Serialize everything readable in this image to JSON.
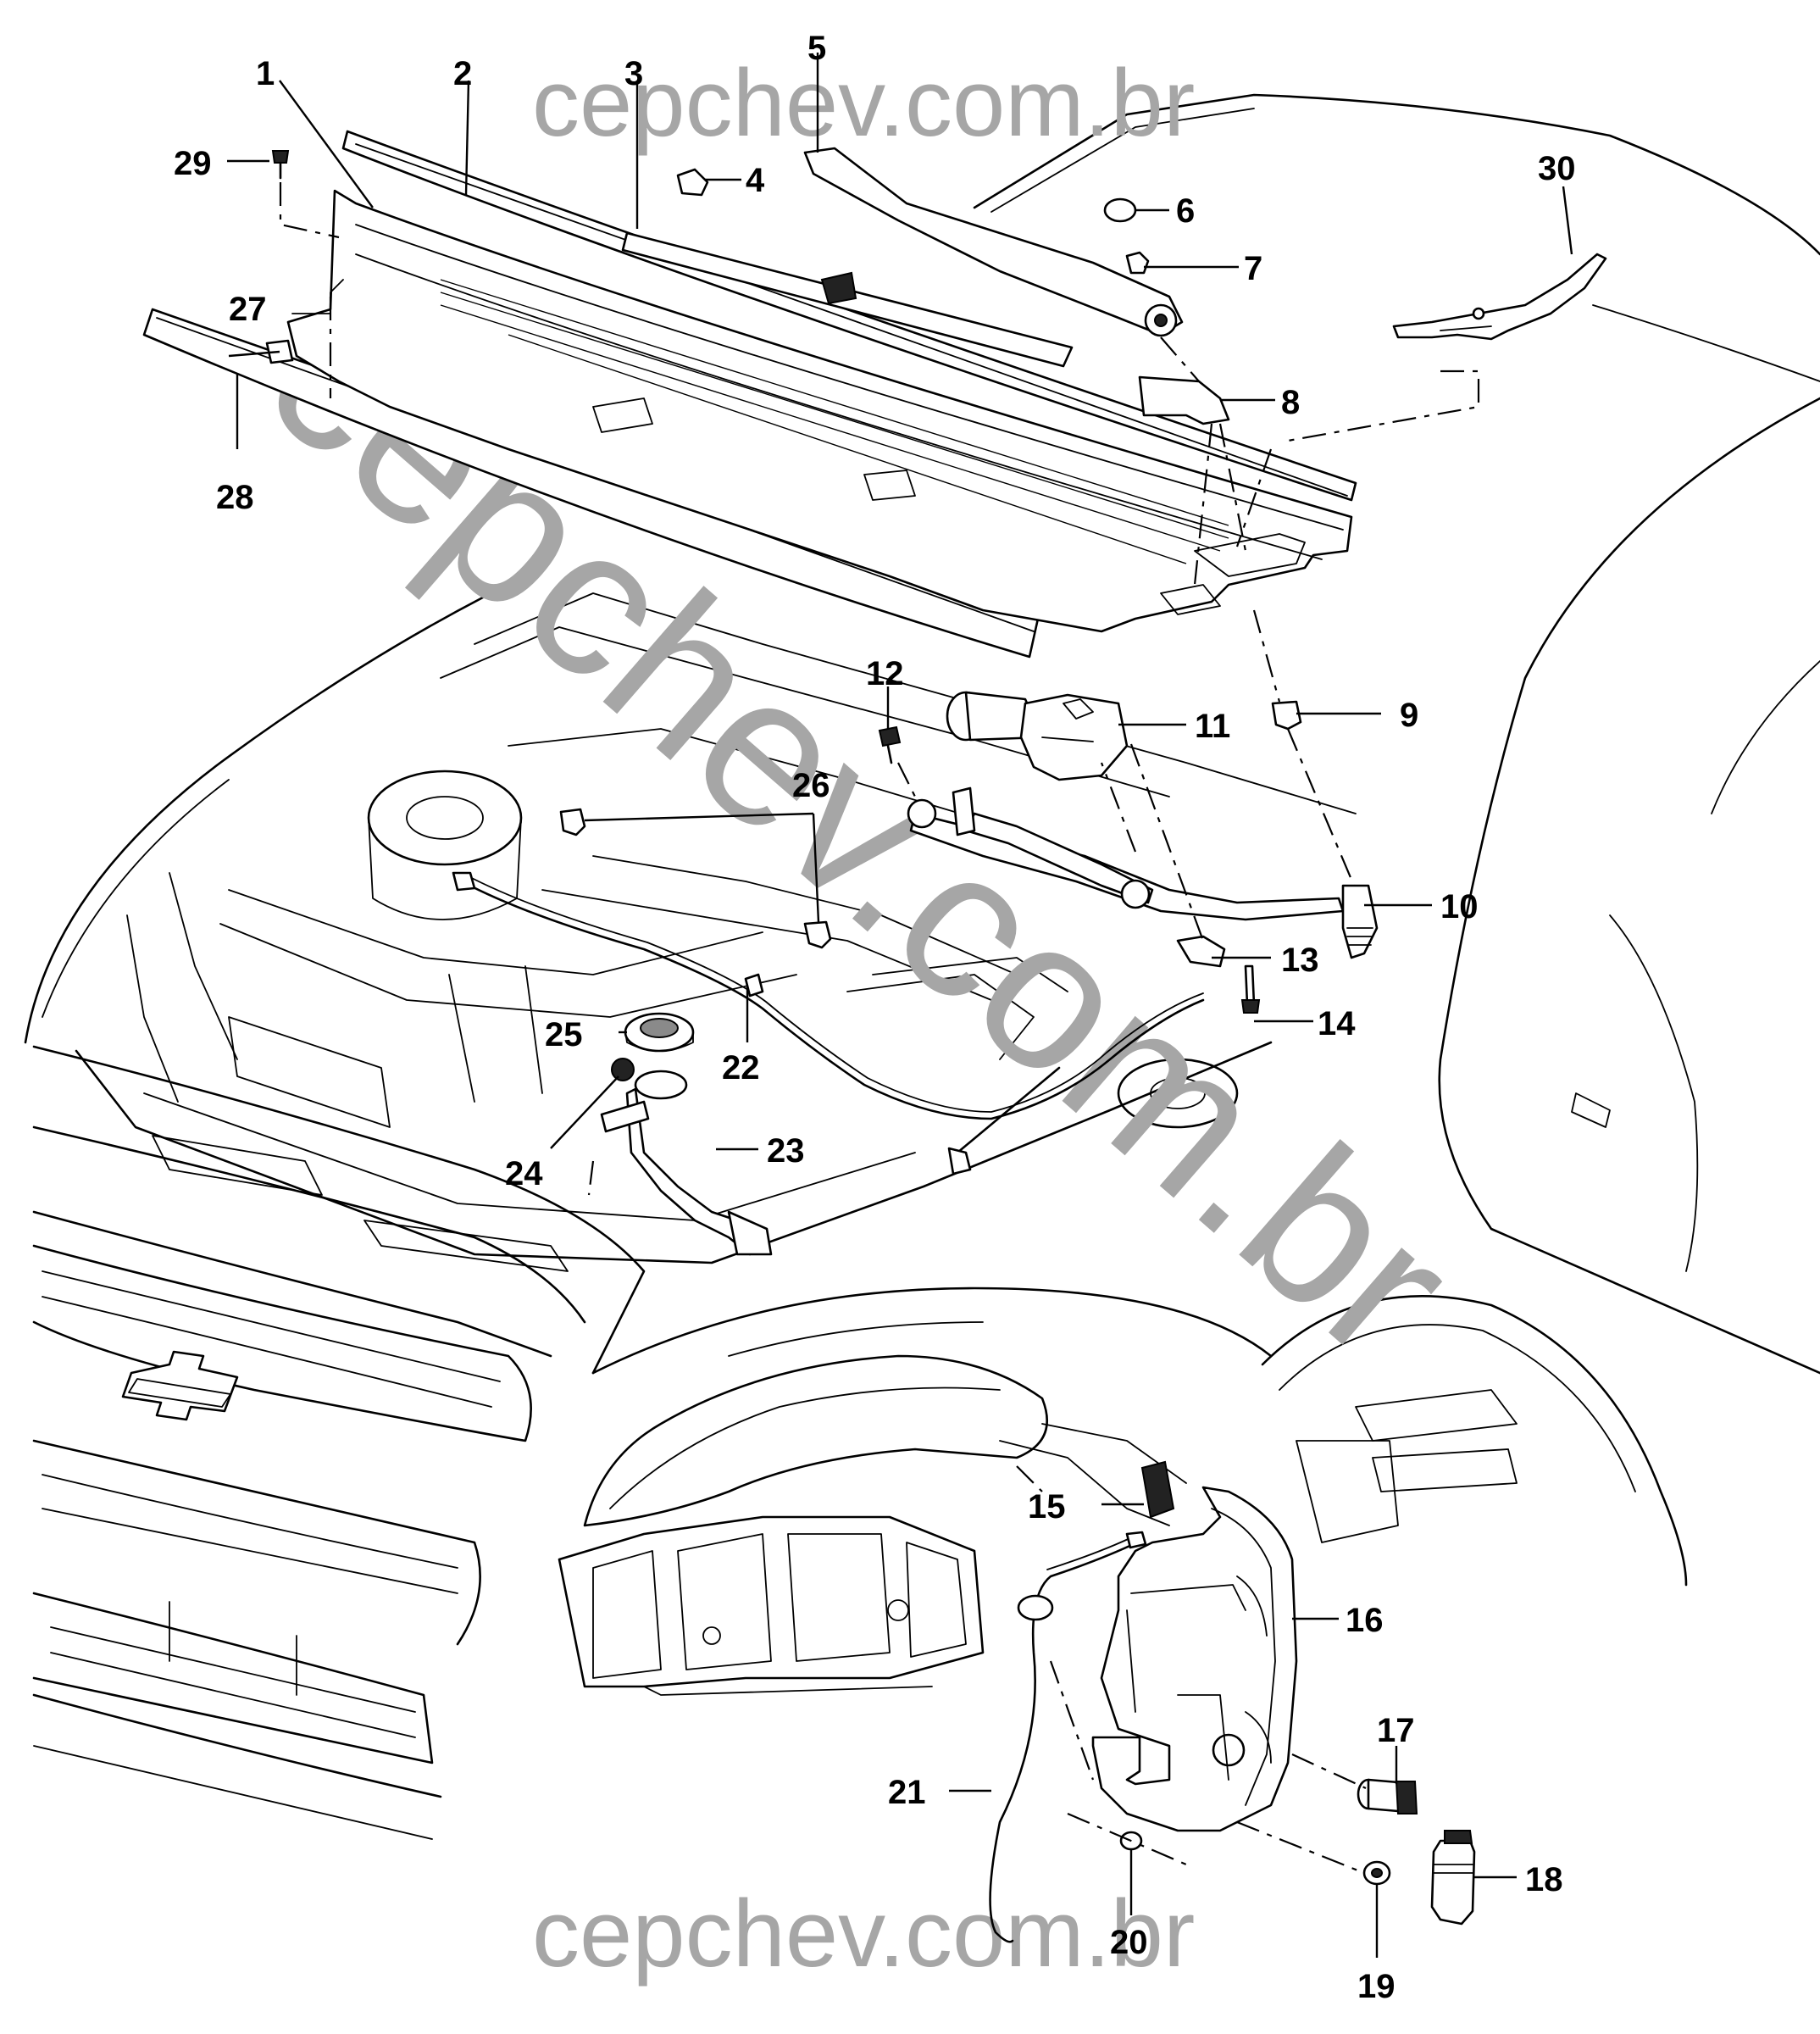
{
  "watermark": {
    "top": "cepchev.com.br",
    "bottom": "cepchev.com.br",
    "diagonal": "cepchev.com.br"
  },
  "callouts": [
    {
      "id": "1",
      "label": "1"
    },
    {
      "id": "2",
      "label": "2"
    },
    {
      "id": "3",
      "label": "3"
    },
    {
      "id": "4",
      "label": "4"
    },
    {
      "id": "5",
      "label": "5"
    },
    {
      "id": "6",
      "label": "6"
    },
    {
      "id": "7",
      "label": "7"
    },
    {
      "id": "8",
      "label": "8"
    },
    {
      "id": "9",
      "label": "9"
    },
    {
      "id": "10",
      "label": "10"
    },
    {
      "id": "11",
      "label": "11"
    },
    {
      "id": "12",
      "label": "12"
    },
    {
      "id": "13",
      "label": "13"
    },
    {
      "id": "14",
      "label": "14"
    },
    {
      "id": "15",
      "label": "15"
    },
    {
      "id": "16",
      "label": "16"
    },
    {
      "id": "17",
      "label": "17"
    },
    {
      "id": "18",
      "label": "18"
    },
    {
      "id": "19",
      "label": "19"
    },
    {
      "id": "20",
      "label": "20"
    },
    {
      "id": "21",
      "label": "21"
    },
    {
      "id": "22",
      "label": "22"
    },
    {
      "id": "23",
      "label": "23"
    },
    {
      "id": "24",
      "label": "24"
    },
    {
      "id": "25",
      "label": "25"
    },
    {
      "id": "26",
      "label": "26"
    },
    {
      "id": "27",
      "label": "27"
    },
    {
      "id": "28",
      "label": "28"
    },
    {
      "id": "29",
      "label": "29"
    },
    {
      "id": "30",
      "label": "30"
    }
  ]
}
